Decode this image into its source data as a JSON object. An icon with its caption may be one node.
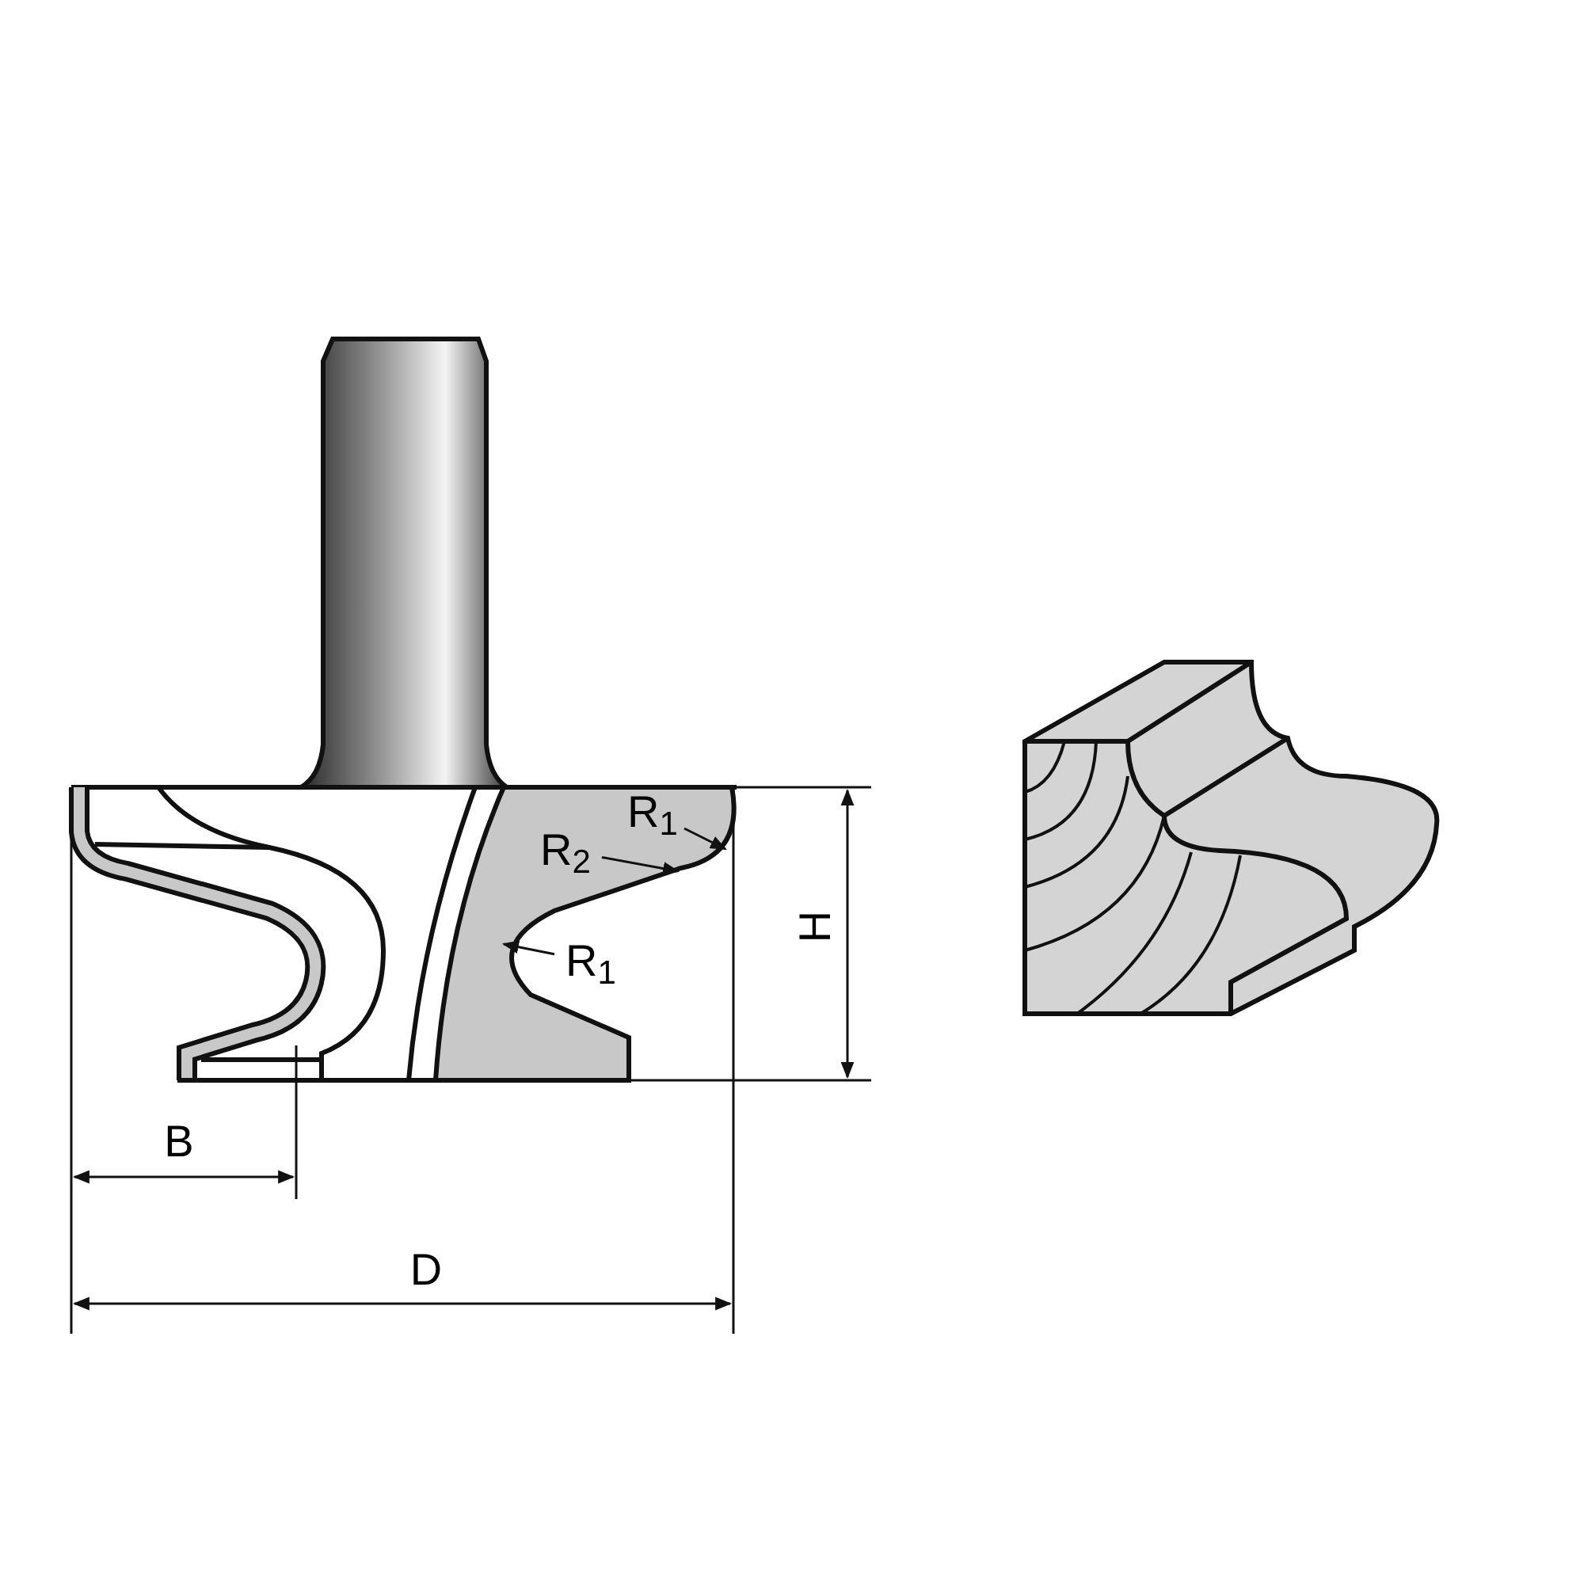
{
  "diagram": {
    "nodes": [
      {
        "text": [
          "R$_{1}$"
        ],
        "in": 3
      },
      {
        "text": [
          "R$_{2}$"
        ],
        "in": 3
      },
      {
        "text": [
          "R$_{1}$"
        ]
      },
      {
        "text": [],
        "shape": "picture"
      }
    ],
    "edges": [
      {
        "from": 0,
        "to": 3,
        "arrow": "to"
      },
      {
        "from": 1,
        "to": 3,
        "arrow": "to"
      },
      {
        "from": 2,
        "to": 3,
        "arrow": "to"
      }
    ],
    "labels": [
      "H",
      "B",
      "D"
    ]
  }
}
